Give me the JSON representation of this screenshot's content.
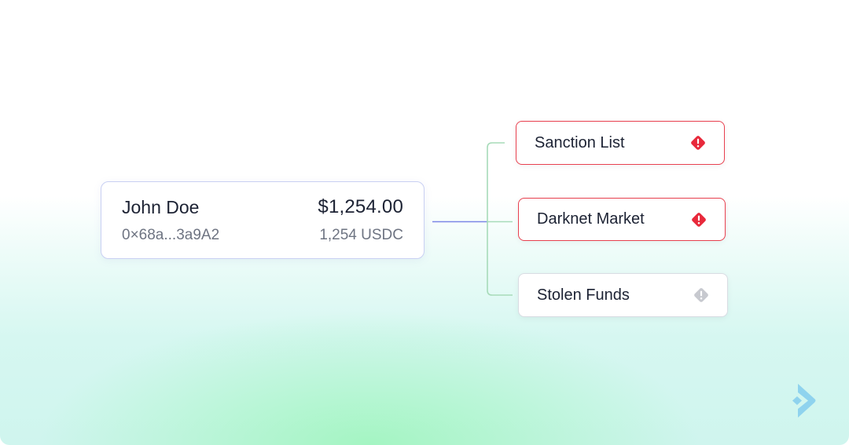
{
  "wallet": {
    "name": "John Doe",
    "amount": "$1,254.00",
    "address": "0×68a...3a9A2",
    "token_amount": "1,254 USDC"
  },
  "risk_tags": [
    {
      "label": "Sanction List",
      "status": "alert",
      "icon": "warning-diamond-icon",
      "color": "#e8293b"
    },
    {
      "label": "Darknet Market",
      "status": "alert",
      "icon": "warning-diamond-icon",
      "color": "#e8293b"
    },
    {
      "label": "Stolen Funds",
      "status": "neutral",
      "icon": "warning-diamond-icon",
      "color": "#c7c9cf"
    }
  ],
  "colors": {
    "alert_border": "#e8404f",
    "card_border": "#c9d0f3",
    "connector_blue": "#6f7ce8",
    "connector_green": "#a7dbb9",
    "logo": "#8fd3ee"
  }
}
